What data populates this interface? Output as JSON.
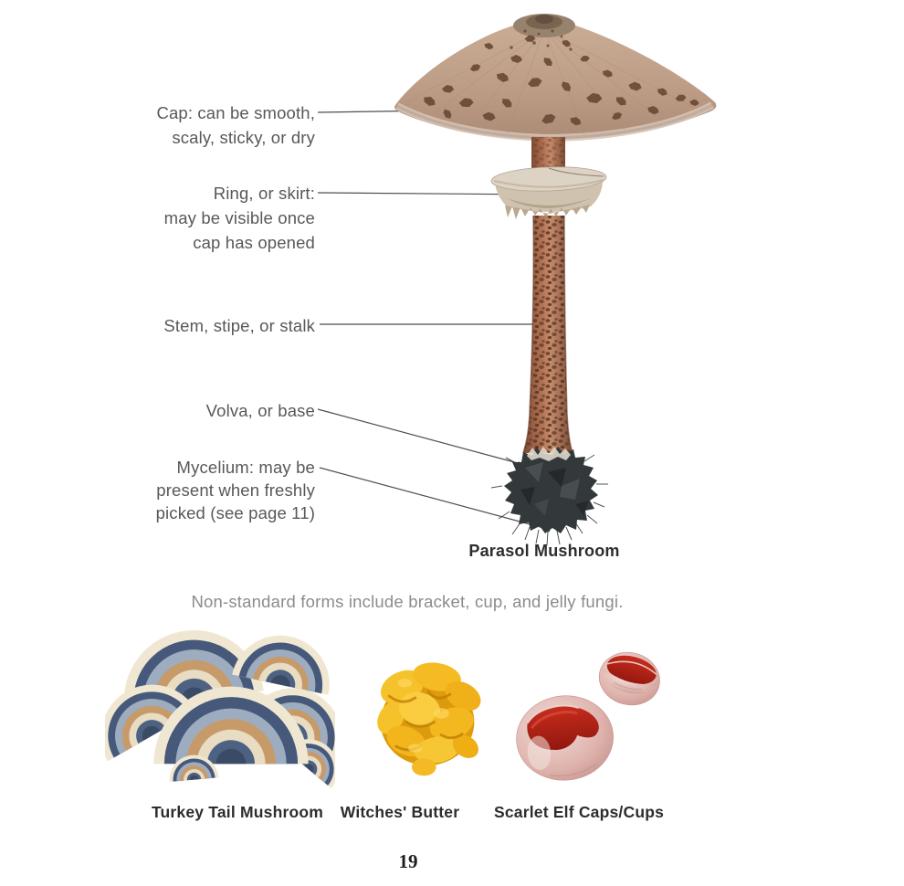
{
  "page": {
    "number": "19",
    "background": "#ffffff"
  },
  "intro": {
    "text": "Non-standard forms include bracket, cup, and jelly fungi."
  },
  "diagram": {
    "caption": "Parasol Mushroom",
    "labels": {
      "cap": {
        "lines": [
          "Cap: can be smooth,",
          "scaly, sticky, or dry"
        ]
      },
      "ring": {
        "lines": [
          "Ring, or skirt:",
          "may be visible once",
          "cap has opened"
        ]
      },
      "stem": {
        "lines": [
          "Stem, stipe, or stalk"
        ]
      },
      "volva": {
        "lines": [
          "Volva, or base"
        ]
      },
      "mycelium": {
        "lines": [
          "Mycelium: may be",
          "present when freshly",
          "picked (see page 11)"
        ]
      }
    }
  },
  "specimens": [
    {
      "caption": "Turkey Tail Mushroom"
    },
    {
      "caption": "Witches' Butter"
    },
    {
      "caption": "Scarlet Elf Caps/Cups"
    }
  ],
  "colors": {
    "label_text": "#585858",
    "caption_text": "#2d2d2d",
    "intro_text": "#8c8c8c",
    "leader_line": "#4f4f4f",
    "cap_tan": "#bc9c85",
    "cap_scale_brown": "#6b4a36",
    "ring_cream": "#ddd3c4",
    "stem_brown": "#a2604a",
    "mycelium_charcoal": "#33383a",
    "turkey_tail_navy": "#46597a",
    "turkey_tail_tan": "#c79a6a",
    "turkey_tail_cream": "#f0e7d2",
    "witches_butter_yellow": "#f2b81f",
    "scarlet_red": "#b5271c",
    "elf_cup_pink": "#dfb3ad"
  }
}
